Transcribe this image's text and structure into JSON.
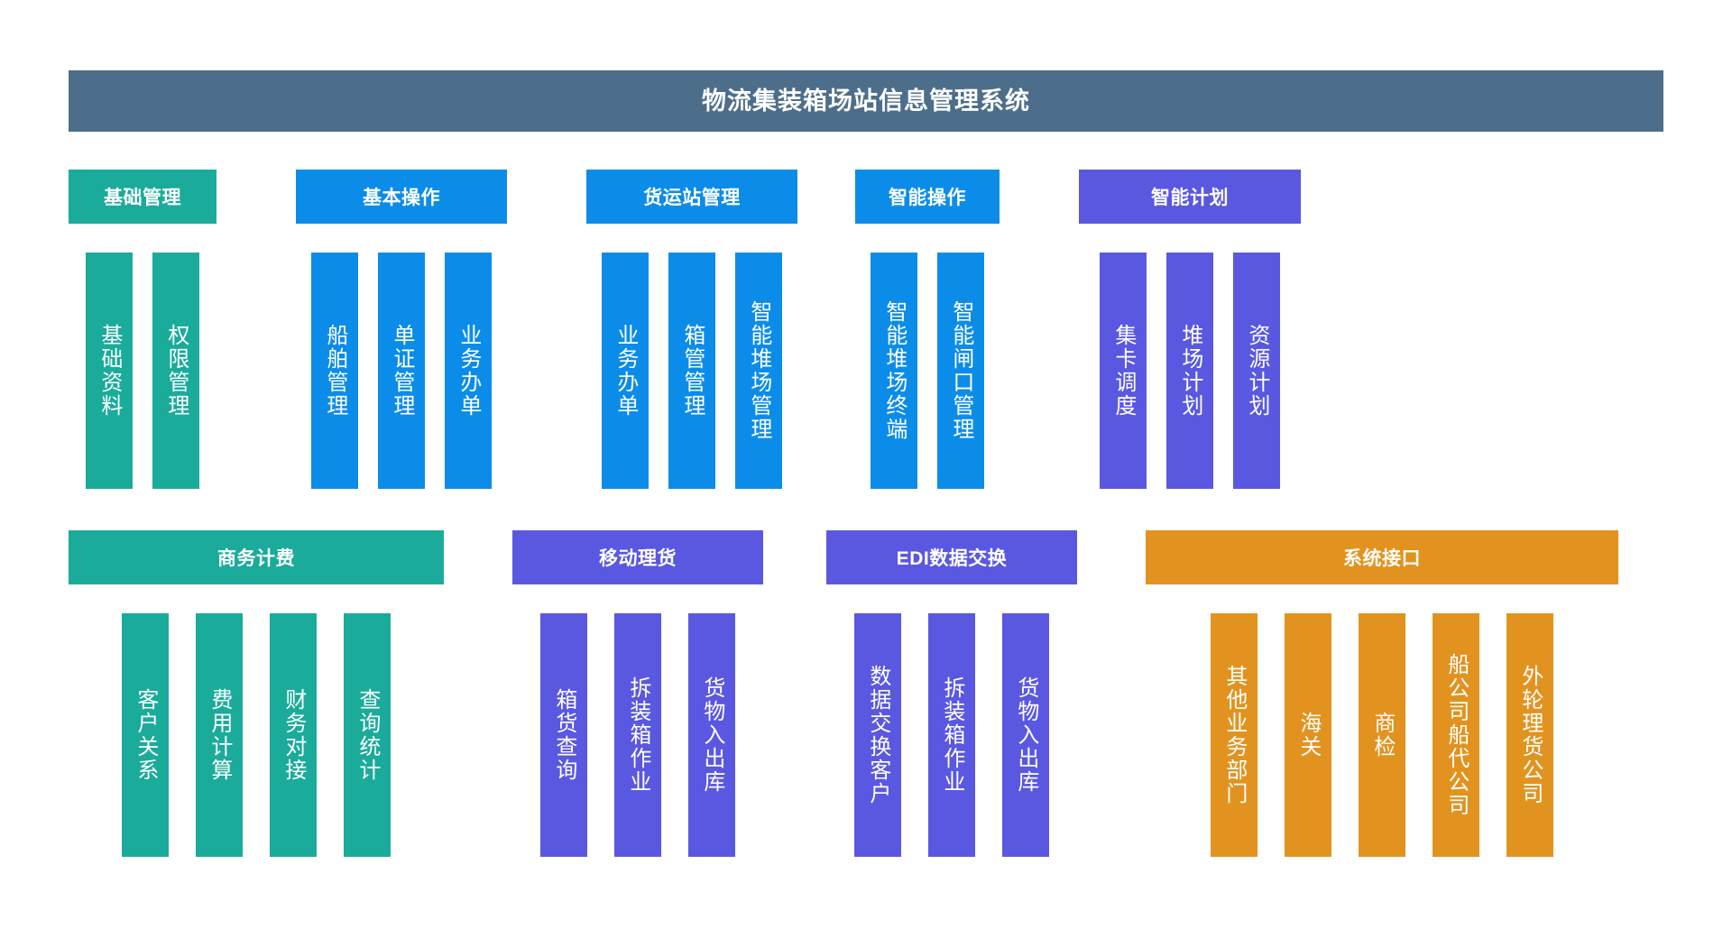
{
  "title": "物流集装箱场站信息管理系统",
  "colors": {
    "title_bar": "#4d6e8a",
    "teal": "#1aab9b",
    "blue": "#0c8ce9",
    "purple": "#5a58e0",
    "orange": "#e2931f",
    "background": "#ffffff",
    "text": "#ffffff"
  },
  "rows": [
    {
      "groups": [
        {
          "header": "基础管理",
          "color": "teal",
          "items": [
            "基础资料",
            "权限管理"
          ]
        },
        {
          "header": "基本操作",
          "color": "blue",
          "items": [
            "船舶管理",
            "单证管理",
            "业务办单"
          ]
        },
        {
          "header": "货运站管理",
          "color": "blue",
          "items": [
            "业务办单",
            "箱管管理",
            "智能堆场管理"
          ]
        },
        {
          "header": "智能操作",
          "color": "blue",
          "items": [
            "智能堆场终端",
            "智能闸口管理"
          ]
        },
        {
          "header": "智能计划",
          "color": "purple",
          "items": [
            "集卡调度",
            "堆场计划",
            "资源计划"
          ]
        }
      ]
    },
    {
      "groups": [
        {
          "header": "商务计费",
          "color": "teal",
          "items": [
            "客户关系",
            "费用计算",
            "财务对接",
            "查询统计"
          ]
        },
        {
          "header": "移动理货",
          "color": "purple",
          "items": [
            "箱货查询",
            "拆装箱作业",
            "货物入出库"
          ]
        },
        {
          "header": "EDI数据交换",
          "color": "purple",
          "items": [
            "数据交换客户",
            "拆装箱作业",
            "货物入出库"
          ]
        },
        {
          "header": "系统接口",
          "color": "orange",
          "items": [
            "其他业务部门",
            "海关",
            "商检",
            "船公司船代公司",
            "外轮理货公司"
          ]
        }
      ]
    }
  ]
}
